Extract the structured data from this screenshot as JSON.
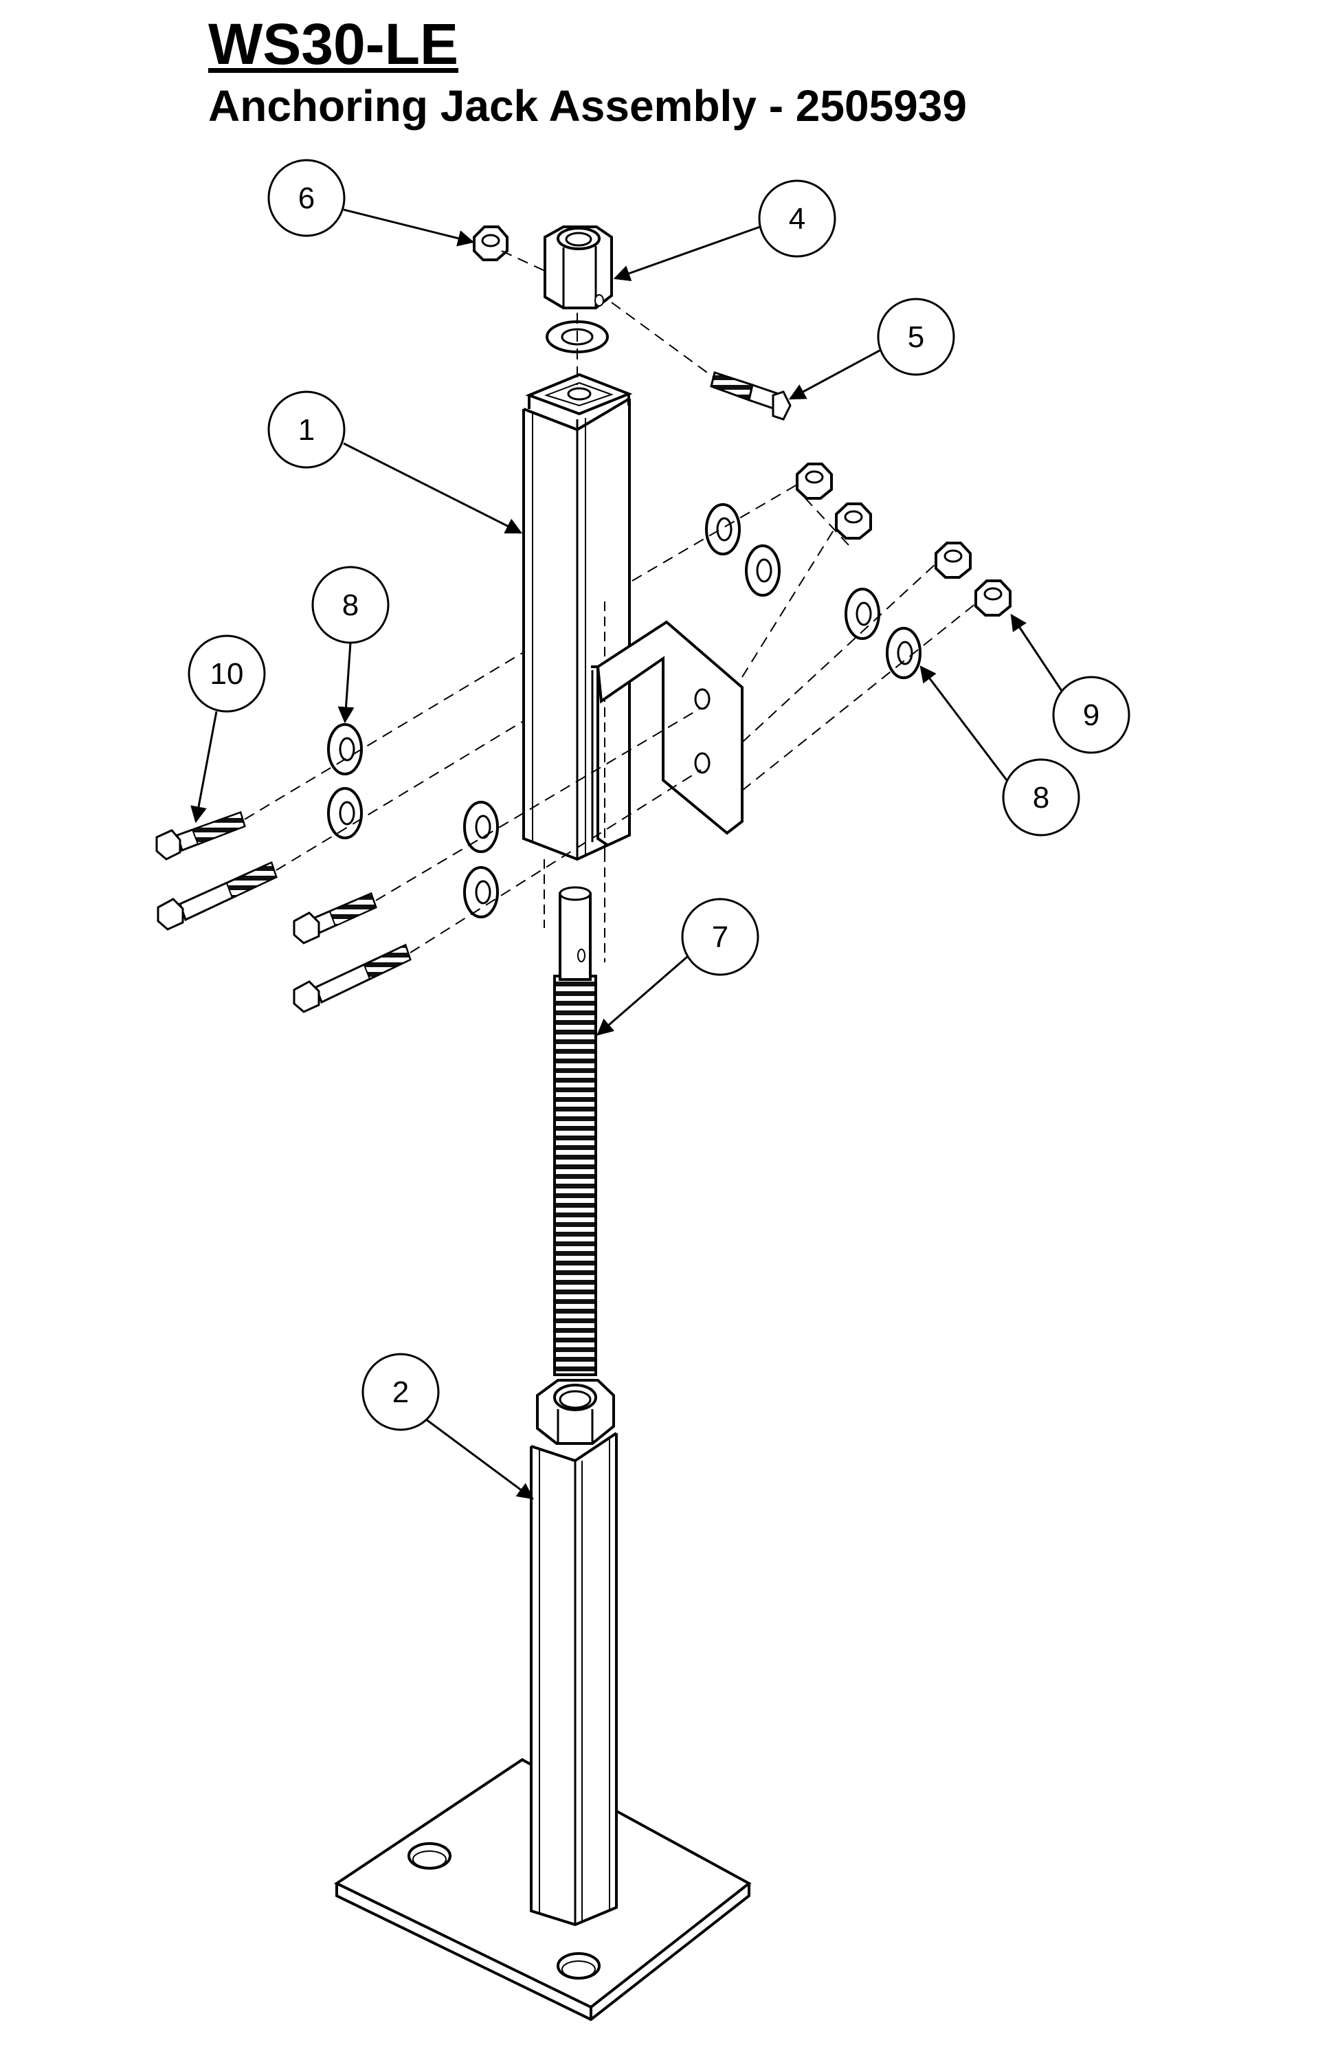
{
  "header": {
    "title": "WS30-LE",
    "subtitle": "Anchoring Jack Assembly - 2505939"
  },
  "callouts": [
    {
      "id": "c1",
      "label": "1"
    },
    {
      "id": "c2",
      "label": "2"
    },
    {
      "id": "c4",
      "label": "4"
    },
    {
      "id": "c5",
      "label": "5"
    },
    {
      "id": "c6",
      "label": "6"
    },
    {
      "id": "c7",
      "label": "7"
    },
    {
      "id": "c8a",
      "label": "8"
    },
    {
      "id": "c8b",
      "label": "8"
    },
    {
      "id": "c9",
      "label": "9"
    },
    {
      "id": "c10",
      "label": "10"
    }
  ]
}
